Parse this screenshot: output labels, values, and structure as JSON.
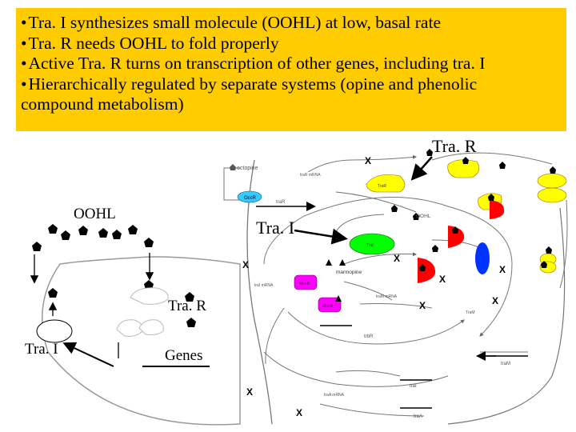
{
  "slide": {
    "bullets": [
      "Tra. I synthesizes small molecule (OOHL) at low, basal rate",
      "Tra. R needs OOHL to fold properly",
      "Active Tra. R turns on transcription of other genes, including tra. I",
      "Hierarchically regulated by separate systems (opine and phenolic",
      "compound metabolism)"
    ],
    "bullet_symbol": "•"
  },
  "simple_model": {
    "oohl_label": "OOHL",
    "trar_label": "Tra. R",
    "trai_label": "Tra. I",
    "genes_label": "Genes"
  },
  "pathway": {
    "trar_callout": "Tra. R",
    "trai_callout": "Tra. I",
    "small_labels": {
      "octopine": "octopine",
      "occr": "OccR",
      "trar_mrna": "traR mRNA",
      "trar_gene": "traR",
      "mannopine": "mannopine",
      "oohl": "OOHL",
      "trai": "TraI",
      "trar": "TraR",
      "tral_mrna": "traI mRNA",
      "mocr": "MocR",
      "tram_mrna": "traM mRNA",
      "tram": "traM",
      "tram2": "TraM",
      "trar2": "trbR",
      "traa_mrna": "traA mRNA",
      "traa": "traA",
      "trai_gene": "traI"
    },
    "x_mark": "X"
  },
  "colors": {
    "bullet_box": "#ffcc00",
    "yellow_protein": "#ffff00",
    "magenta_protein": "#ff00ff",
    "green_protein": "#00ff00",
    "red_protein": "#ff0000",
    "blue_protein": "#0033ff",
    "cyan_protein": "#33ccff"
  }
}
